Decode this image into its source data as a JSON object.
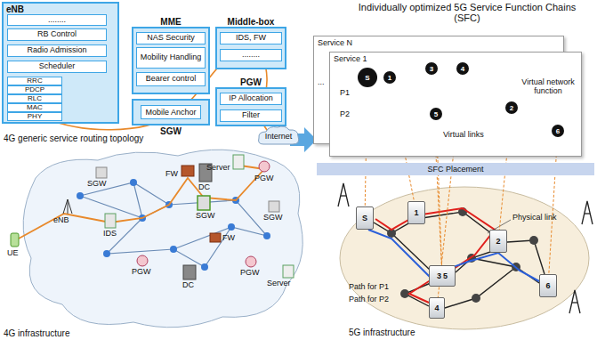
{
  "diagram": {
    "nodes": [
      {
        "text": [
          "eNB"
        ]
      },
      {
        "text": [
          "........"
        ],
        "in": 0
      },
      {
        "text": [
          "RB Control"
        ],
        "in": 0
      },
      {
        "text": [
          "Radio Admission"
        ],
        "in": 0
      },
      {
        "text": [
          "Scheduler"
        ],
        "in": 0
      },
      {
        "text": [
          "RRC"
        ],
        "in": 0
      },
      {
        "text": [
          "PDCP"
        ],
        "in": 0
      },
      {
        "text": [
          "RLC"
        ],
        "in": 0
      },
      {
        "text": [
          "MAC"
        ],
        "in": 0
      },
      {
        "text": [
          "PHY"
        ],
        "in": 0
      },
      {
        "text": [
          "MME"
        ]
      },
      {
        "text": [
          "NAS Security"
        ],
        "in": 10
      },
      {
        "text": [
          "Mobility Handling"
        ],
        "in": 10
      },
      {
        "text": [
          "Bearer control"
        ],
        "in": 10
      },
      {
        "text": [
          "Mobile Anchor",
          "SGW"
        ]
      },
      {
        "text": [
          "Middle-box"
        ]
      },
      {
        "text": [
          "IDS, FW"
        ],
        "in": 15
      },
      {
        "text": [
          "........"
        ],
        "in": 15
      },
      {
        "text": [
          "PGW"
        ]
      },
      {
        "text": [
          "IP Allocation"
        ],
        "in": 18
      },
      {
        "text": [
          "Filter"
        ],
        "in": 18
      },
      {
        "text": [
          "Internet"
        ]
      },
      {
        "text": [
          "Service N"
        ]
      },
      {
        "text": [
          "Service 1"
        ]
      },
      {
        "text": [
          "S"
        ],
        "in": 23
      },
      {
        "text": [
          "1"
        ],
        "in": 23
      },
      {
        "text": [
          "3"
        ],
        "in": 23
      },
      {
        "text": [
          "4"
        ],
        "in": 23
      },
      {
        "text": [
          "5"
        ],
        "in": 23
      },
      {
        "text": [
          "2"
        ],
        "in": 23
      },
      {
        "text": [
          "6"
        ],
        "in": 23
      },
      {
        "text": [
          "SFC Placement"
        ]
      },
      {
        "text": [
          "S"
        ]
      },
      {
        "text": [
          "1"
        ]
      },
      {
        "text": [
          "2"
        ]
      },
      {
        "text": [
          "3",
          "5"
        ]
      },
      {
        "text": [
          "4"
        ]
      },
      {
        "text": [
          "6"
        ]
      }
    ],
    "edges": [
      {
        "from": 24,
        "to": 25,
        "arrow": "to"
      },
      {
        "from": 25,
        "to": 29,
        "arrow": "to"
      },
      {
        "from": 29,
        "to": 26,
        "arrow": "to"
      },
      {
        "from": 26,
        "to": 27,
        "arrow": "to"
      },
      {
        "from": 24,
        "to": 28,
        "arrow": "to"
      },
      {
        "from": 28,
        "to": 29,
        "arrow": "to"
      },
      {
        "from": 29,
        "to": 30,
        "arrow": "to"
      },
      {
        "from": 24,
        "to": 32,
        "arrow": "none"
      },
      {
        "from": 25,
        "to": 33,
        "arrow": "none"
      },
      {
        "from": 29,
        "to": 34,
        "arrow": "none"
      },
      {
        "from": 26,
        "to": 35,
        "arrow": "none"
      },
      {
        "from": 28,
        "to": 35,
        "arrow": "none"
      },
      {
        "from": 27,
        "to": 36,
        "arrow": "none"
      },
      {
        "from": 30,
        "to": 37,
        "arrow": "none"
      }
    ],
    "labels": [
      "4G generic service routing topology",
      "Server",
      "FW",
      "DC",
      "PGW",
      "SGW",
      "SGW",
      "SGW",
      "eNB",
      "IDS",
      "UE",
      "FW",
      "PGW",
      "PGW",
      "Server",
      "DC",
      "4G infrastructure",
      "Individually optimized 5G Service Function Chains (SFC)",
      "...",
      "P1",
      "P2",
      "Virtual network function",
      "Virtual links",
      "Physical link",
      "Path for P1",
      "Path for P2",
      "5G infrastructure"
    ]
  }
}
